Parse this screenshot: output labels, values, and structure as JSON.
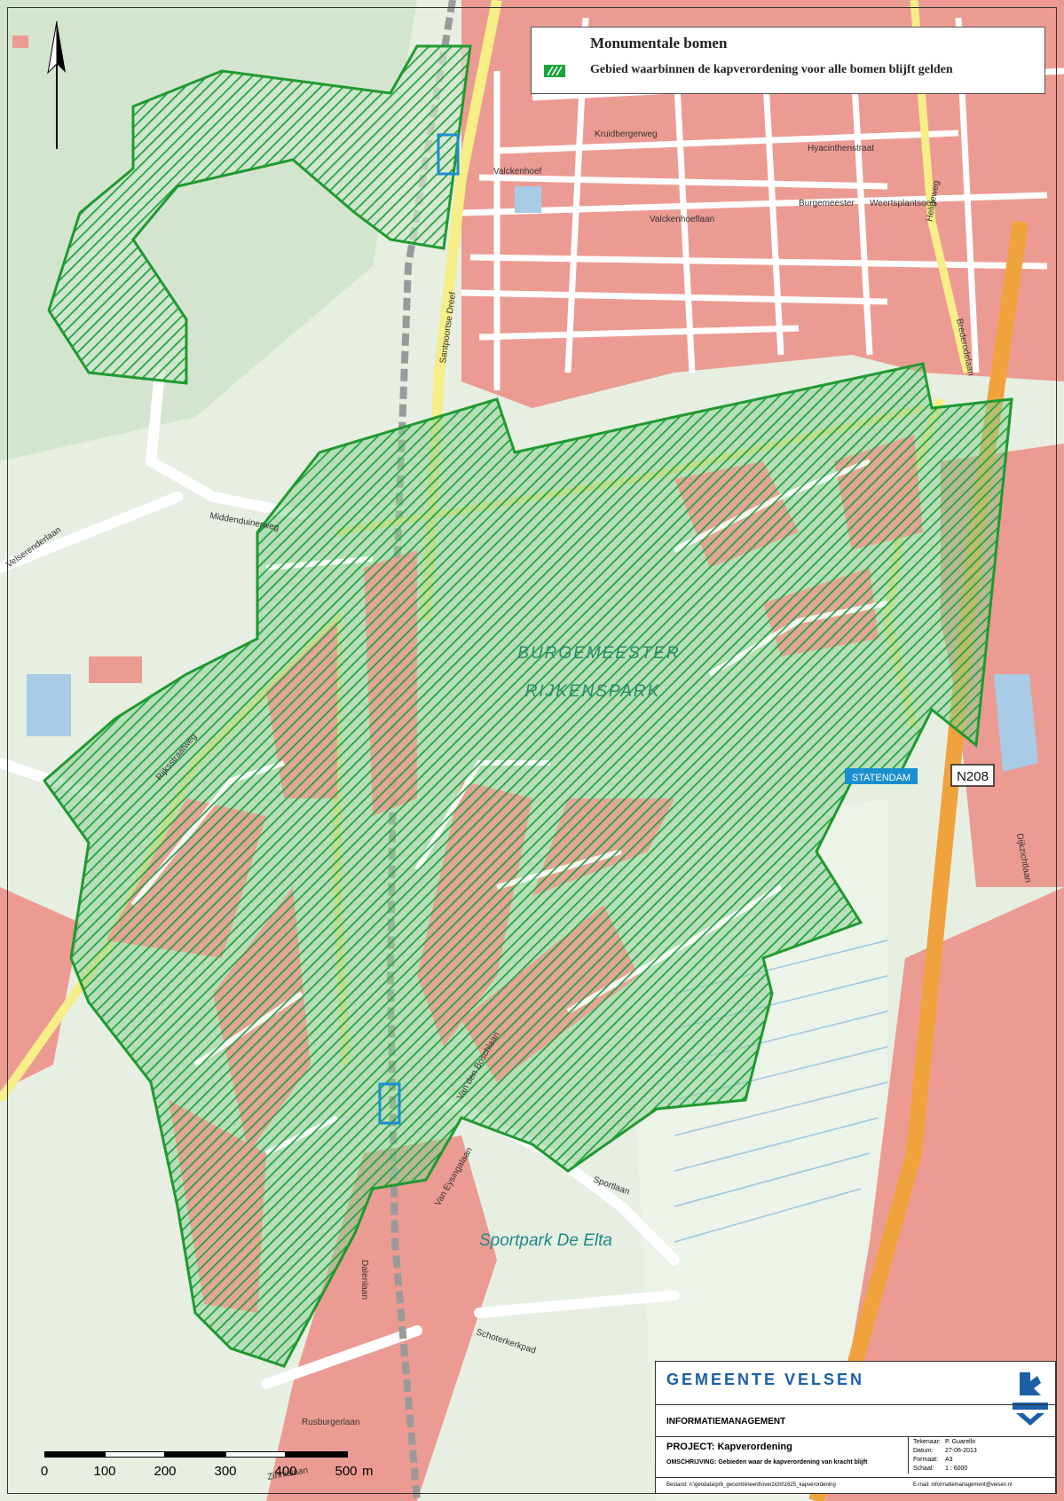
{
  "legend": {
    "title": "Monumentale bomen",
    "item_label": "Gebied waarbinnen de kapverordening voor alle bomen blijft gelden",
    "swatch_color": "#1aa33a"
  },
  "colors": {
    "area_outline": "#1f9a2f",
    "hatch": "#1aa33a",
    "built_up": "#ec9b92",
    "green_space": "#dcebd6",
    "park_fill": "#8fcf98",
    "main_road": "#f0a23c",
    "secondary_road": "#f6ee86",
    "water": "#a8cbe6",
    "label_blue": "#1a8fd0"
  },
  "place_labels": {
    "park": [
      "BURGEMEESTER",
      "RIJKENSPARK"
    ],
    "sportpark": "Sportpark De Elta",
    "station_stop": "STATENDAM",
    "road_shield": "N208"
  },
  "street_labels": [
    "Santpoortse Dreef",
    "Valckenhoef",
    "Valckenhoeflaan",
    "Kruidbergerweg",
    "Hyacinthenstraat",
    "Burgemeester",
    "Weertsplantsoen",
    "Velserenderlaan",
    "Middenduinerweg",
    "Rijksstraatweg",
    "Schoterkerkpad",
    "Rusburgerlaan",
    "Zinnialaan",
    "Dalenlaan",
    "Van den Boschlaan",
    "Sportlaan",
    "Van Eysingalaan",
    "Heligeweg",
    "Brederodelaan",
    "Dijkzichtlaan"
  ],
  "scalebar": {
    "labels": [
      "0",
      "100",
      "200",
      "300",
      "400",
      "500"
    ],
    "unit": "m"
  },
  "titleblock": {
    "organization": "GEMEENTE VELSEN",
    "department": "INFORMATIEMANAGEMENT",
    "project_label": "PROJECT:",
    "project_name": "Kapverordening",
    "description_label": "OMSCHRIJVING:",
    "description": "Gebieden waar de kapverordening van kracht blijft",
    "meta": [
      {
        "key": "Tekenaar:",
        "value": "P. Guarello"
      },
      {
        "key": "Datum:",
        "value": "27-06-2013"
      },
      {
        "key": "Formaat:",
        "value": "A3"
      },
      {
        "key": "Schaal:",
        "value": "1 : 6000"
      }
    ],
    "footer_left": "Bestand:   n:\\geodata\\prb_gecombineerd\\overzicht\\1625_kapverordening",
    "footer_right": "E-mail: informatiemanagement@velsen.nl"
  }
}
